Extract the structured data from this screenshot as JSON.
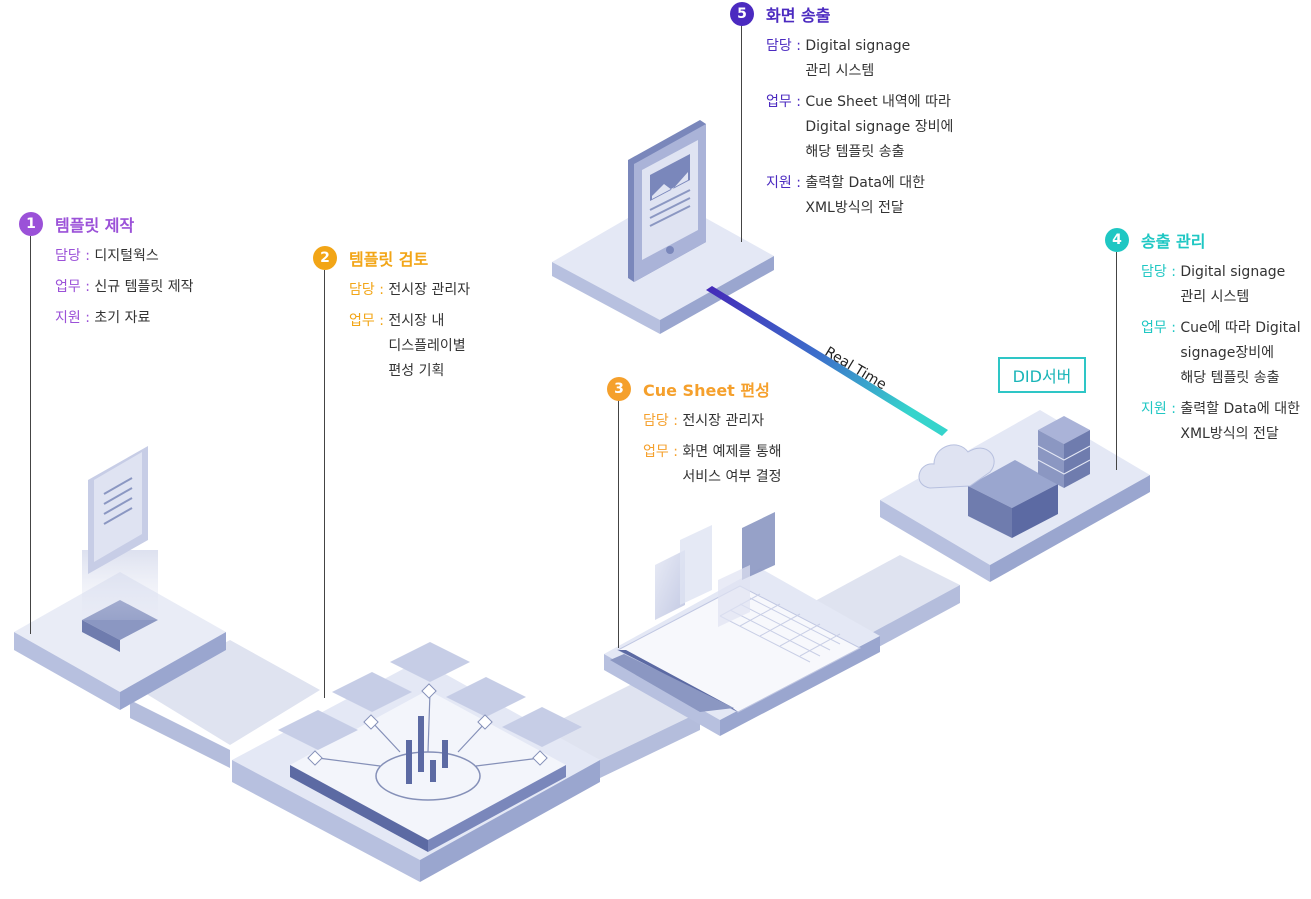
{
  "colors": {
    "step1": "#9b51d8",
    "step2": "#f2a516",
    "step3": "#f5a02c",
    "step4": "#1fc7c3",
    "step5": "#4b2ac0",
    "platform_top": "#e6e9f5",
    "platform_side": "#9aa6cf",
    "realtime_start": "#4428b8",
    "realtime_end": "#36d4cc"
  },
  "steps": [
    {
      "number": "1",
      "title": "템플릿 제작",
      "rows": [
        {
          "key": "담당 :",
          "lines": [
            "디지털웍스"
          ]
        },
        {
          "key": "업무 :",
          "lines": [
            "신규 템플릿 제작"
          ]
        },
        {
          "key": "지원 :",
          "lines": [
            "초기 자료"
          ]
        }
      ]
    },
    {
      "number": "2",
      "title": "템플릿 검토",
      "rows": [
        {
          "key": "담당 :",
          "lines": [
            "전시장 관리자"
          ]
        },
        {
          "key": "업무 :",
          "lines": [
            "전시장 내",
            "디스플레이별",
            "편성 기획"
          ]
        }
      ]
    },
    {
      "number": "3",
      "title": "Cue Sheet 편성",
      "rows": [
        {
          "key": "담당 :",
          "lines": [
            "전시장 관리자"
          ]
        },
        {
          "key": "업무 :",
          "lines": [
            "화면 예제를 통해",
            "서비스 여부 결정"
          ]
        }
      ]
    },
    {
      "number": "4",
      "title": "송출 관리",
      "rows": [
        {
          "key": "담당 :",
          "lines": [
            "Digital signage",
            "관리 시스템"
          ]
        },
        {
          "key": "업무 :",
          "lines": [
            "Cue에 따라 Digital",
            "signage장비에",
            "해당 템플릿 송출"
          ]
        },
        {
          "key": "지원 :",
          "lines": [
            "출력할 Data에 대한",
            "XML방식의 전달"
          ]
        }
      ]
    },
    {
      "number": "5",
      "title": "화면 송출",
      "rows": [
        {
          "key": "담당 :",
          "lines": [
            "Digital signage",
            "관리 시스템"
          ]
        },
        {
          "key": "업무 :",
          "lines": [
            "Cue Sheet 내역에 따라",
            "Digital signage 장비에",
            "해당 템플릿 송출"
          ]
        },
        {
          "key": "지원 :",
          "lines": [
            "출력할 Data에 대한",
            "XML방식의 전달"
          ]
        }
      ]
    }
  ],
  "labels": {
    "server": "DID서버",
    "realtime": "Real Time"
  },
  "icons": {
    "kiosk": "kiosk-icon",
    "tablet": "tablet-icon",
    "laptop": "laptop-icon",
    "cloud": "cloud-icon",
    "server": "server-icon",
    "template_network": "template-network-icon"
  }
}
